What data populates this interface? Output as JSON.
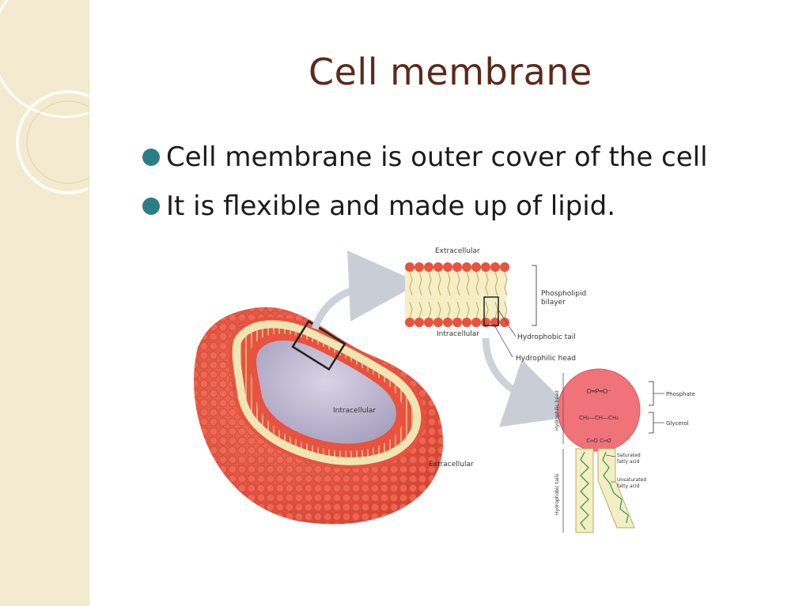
{
  "slide": {
    "title": "Cell membrane",
    "bullets": [
      "Cell membrane is outer cover of the cell",
      "It is flexible and made up of lipid."
    ]
  },
  "diagram": {
    "labels": {
      "extracellular_top": "Extracellular",
      "intracellular_strip": "Intracellular",
      "phospholipid_bilayer_1": "Phospholipid",
      "phospholipid_bilayer_2": "bilayer",
      "hydrophobic_tail": "Hydrophobic tail",
      "hydrophilic_head": "Hydrophilic head",
      "intracellular_cell": "Intracellular",
      "extracellular_cell": "Extracellular",
      "phosphate": "Phosphate",
      "glycerol": "Glycerol",
      "hydrophilic_head_vertical": "Hydrophilic head",
      "hydrophobic_tails_vertical": "Hydrophobic tails",
      "saturated_1": "Saturated",
      "saturated_2": "fatty acid",
      "unsaturated_1": "Unsaturated",
      "unsaturated_2": "fatty acid"
    },
    "colors": {
      "head": "#e8523f",
      "tail": "#e9dfa0",
      "interior": "#c9c3d8",
      "accent": "#2a7f86",
      "title": "#5c2a1a"
    }
  }
}
